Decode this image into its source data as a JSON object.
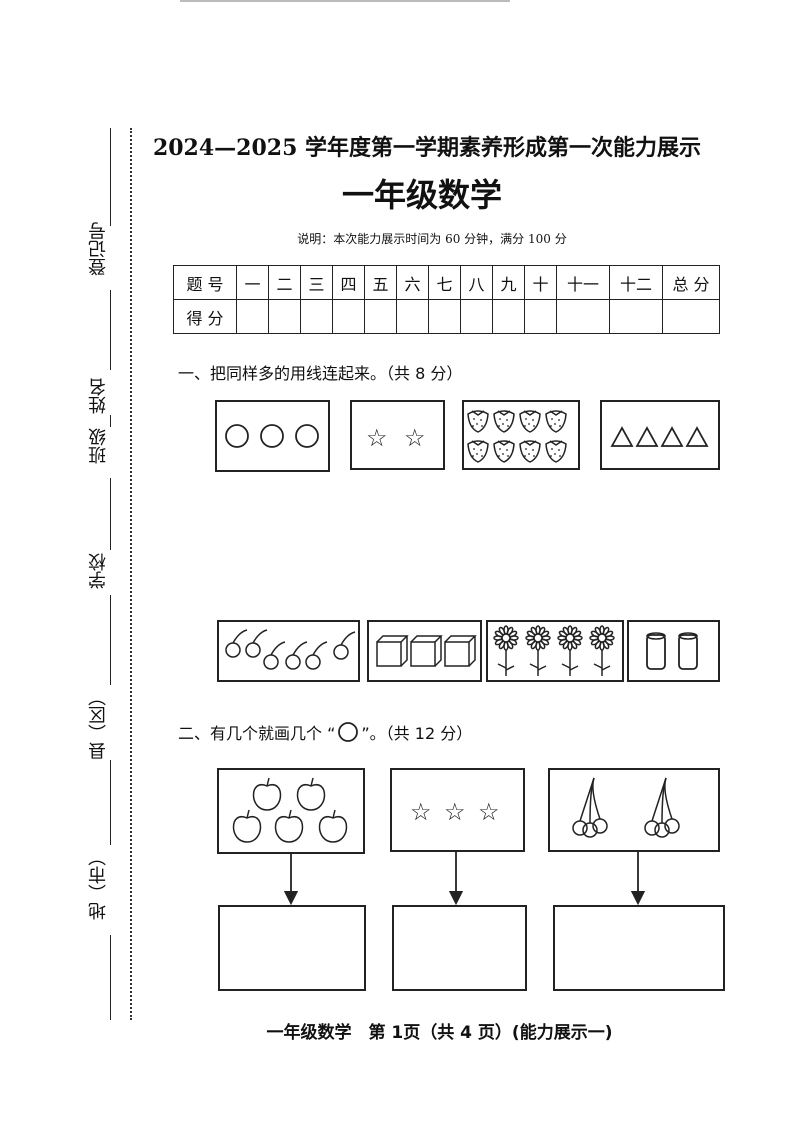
{
  "header": {
    "title": "2024—2025 学年度第一学期素养形成第一次能力展示",
    "subtitle": "一年级数学",
    "note": "说明：本次能力展示时间为 60 分钟，满分 100 分"
  },
  "side_fields": {
    "registration": "登记号",
    "name": "姓名",
    "class": "班级",
    "school": "学校",
    "county": "县（区）",
    "city": "地（市）"
  },
  "score_table": {
    "row1_label": "题 号",
    "row2_label": "得 分",
    "columns": [
      "一",
      "二",
      "三",
      "四",
      "五",
      "六",
      "七",
      "八",
      "九",
      "十",
      "十一",
      "十二",
      "总 分"
    ]
  },
  "question1": {
    "text": "一、把同样多的用线连起来。（共 8 分）",
    "top_items": [
      "circles-3",
      "stars-2",
      "strawberries-8",
      "triangles-4"
    ],
    "bottom_items": [
      "cherries-6",
      "cubes-3",
      "flowers-4",
      "cylinders-2"
    ]
  },
  "question2": {
    "text_before": "二、有几个就画几个 “",
    "text_after": "”。（共 12 分）",
    "items": [
      "apples-5",
      "stars-3",
      "cherries-6"
    ]
  },
  "footer": {
    "text": "一年级数学　第 1页（共 4 页）(能力展示一)"
  }
}
